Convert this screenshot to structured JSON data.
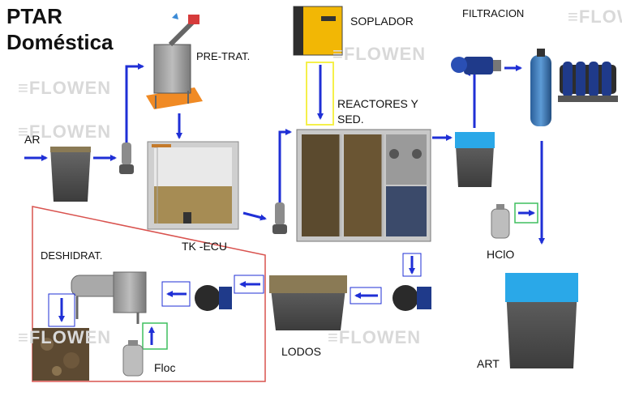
{
  "title": {
    "line1": "PTAR",
    "line2": "Doméstica"
  },
  "labels": {
    "ar": "AR",
    "pre_trat": "PRE-TRAT.",
    "soplador": "SOPLADOR",
    "filtracion": "FILTRACION",
    "reactores_line1": "REACTORES  Y",
    "reactores_line2": "SED.",
    "tk_ecu": "TK -ECU",
    "deshidrat": "DESHIDRAT.",
    "hclo": "HClO",
    "lodos": "LODOS",
    "floc": "Floc",
    "art": "ART"
  },
  "watermark": {
    "text": "≡FLOWEN"
  },
  "colors": {
    "arrow": "#1f2fd6",
    "tank_dark": "#4a4a4a",
    "water": "#2aa8e8",
    "sludge": "#8a7a55",
    "orange": "#f08a24",
    "blower": "#f2b705",
    "highlight_yellow": "#f5f04a",
    "highlight_green": "#3fbf5f",
    "deshidrat_frame": "#d9534f"
  }
}
